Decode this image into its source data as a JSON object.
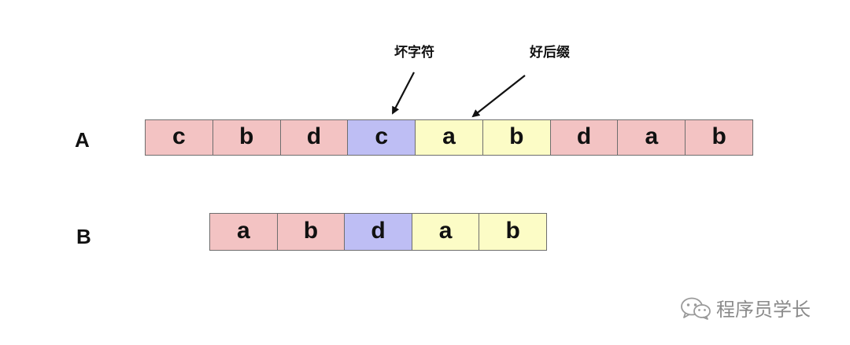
{
  "labels": {
    "row_a": "A",
    "row_b": "B"
  },
  "annotations": {
    "bad_char": "坏字符",
    "good_suffix": "好后缀"
  },
  "row_a": [
    {
      "char": "c",
      "color": "#f3c3c3"
    },
    {
      "char": "b",
      "color": "#f3c3c3"
    },
    {
      "char": "d",
      "color": "#f3c3c3"
    },
    {
      "char": "c",
      "color": "#bebef4"
    },
    {
      "char": "a",
      "color": "#fcfcc6"
    },
    {
      "char": "b",
      "color": "#fcfcc6"
    },
    {
      "char": "d",
      "color": "#f3c3c3"
    },
    {
      "char": "a",
      "color": "#f3c3c3"
    },
    {
      "char": "b",
      "color": "#f3c3c3"
    }
  ],
  "row_b": [
    {
      "char": "a",
      "color": "#f3c3c3"
    },
    {
      "char": "b",
      "color": "#f3c3c3"
    },
    {
      "char": "d",
      "color": "#bebef4"
    },
    {
      "char": "a",
      "color": "#fcfcc6"
    },
    {
      "char": "b",
      "color": "#fcfcc6"
    }
  ],
  "watermark": {
    "icon": "wechat-icon",
    "text": "程序员学长"
  }
}
